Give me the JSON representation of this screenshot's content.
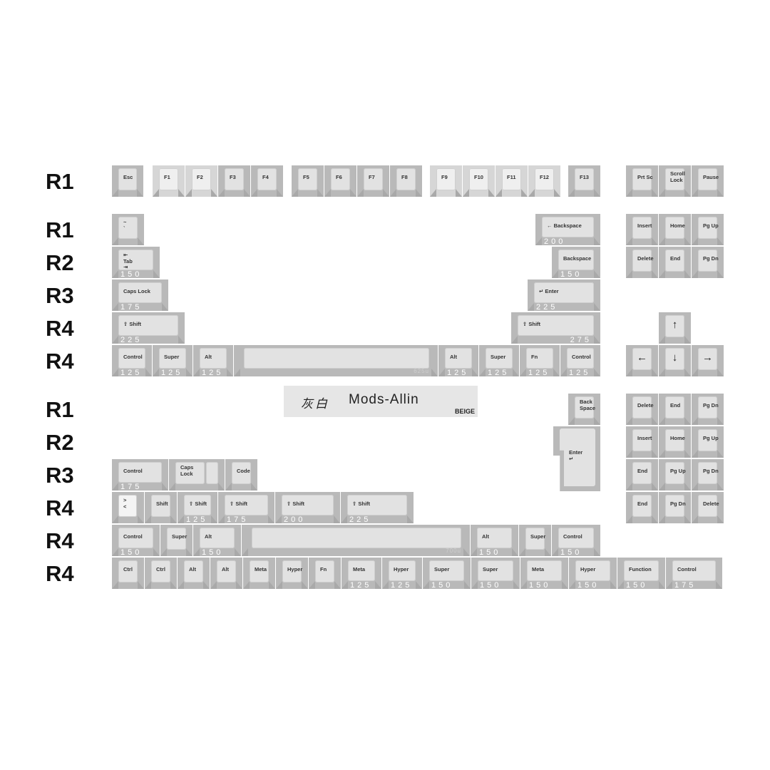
{
  "row_labels": [
    "R1",
    "R1",
    "R2",
    "R3",
    "R4",
    "R4",
    "R1",
    "R2",
    "R3",
    "R4",
    "R4",
    "R4"
  ],
  "logo": {
    "chinese": "灰白",
    "name": "Mods-Allin",
    "variant": "BEIGE"
  },
  "keys": [
    {
      "label": "Esc",
      "unit": ""
    },
    {
      "label": "F1",
      "unit": ""
    },
    {
      "label": "F2",
      "unit": ""
    },
    {
      "label": "F3",
      "unit": ""
    },
    {
      "label": "F4",
      "unit": ""
    },
    {
      "label": "F5",
      "unit": ""
    },
    {
      "label": "F6",
      "unit": ""
    },
    {
      "label": "F7",
      "unit": ""
    },
    {
      "label": "F8",
      "unit": ""
    },
    {
      "label": "F9",
      "unit": ""
    },
    {
      "label": "F10",
      "unit": ""
    },
    {
      "label": "F11",
      "unit": ""
    },
    {
      "label": "F12",
      "unit": ""
    },
    {
      "label": "F13",
      "unit": ""
    },
    {
      "label": "Prt Sc",
      "unit": ""
    },
    {
      "label": "Scroll\nLock",
      "unit": ""
    },
    {
      "label": "Pause",
      "unit": ""
    },
    {
      "label": "~\n`",
      "unit": ""
    },
    {
      "label": "← Backspace",
      "unit": "200"
    },
    {
      "label": "Insert",
      "unit": ""
    },
    {
      "label": "Home",
      "unit": ""
    },
    {
      "label": "Pg Up",
      "unit": ""
    },
    {
      "label": "⇤\nTab\n⇥",
      "unit": "150"
    },
    {
      "label": "Backspace",
      "unit": "150"
    },
    {
      "label": "Delete",
      "unit": ""
    },
    {
      "label": "End",
      "unit": ""
    },
    {
      "label": "Pg Dn",
      "unit": ""
    },
    {
      "label": "Caps Lock",
      "unit": "175"
    },
    {
      "label": "↵ Enter",
      "unit": "225"
    },
    {
      "label": "⇧ Shift",
      "unit": "225"
    },
    {
      "label": "⇧ Shift",
      "unit": "275"
    },
    {
      "label": "↑",
      "unit": ""
    },
    {
      "label": "Control",
      "unit": "125"
    },
    {
      "label": "Super",
      "unit": "125"
    },
    {
      "label": "Alt",
      "unit": "125"
    },
    {
      "label": "",
      "unit": "625u"
    },
    {
      "label": "Alt",
      "unit": "125"
    },
    {
      "label": "Super",
      "unit": "125"
    },
    {
      "label": "Fn",
      "unit": "125"
    },
    {
      "label": "Control",
      "unit": "125"
    },
    {
      "label": "←",
      "unit": ""
    },
    {
      "label": "↓",
      "unit": ""
    },
    {
      "label": "→",
      "unit": ""
    },
    {
      "label": "Back\nSpace",
      "unit": ""
    },
    {
      "label": "Delete",
      "unit": ""
    },
    {
      "label": "End",
      "unit": ""
    },
    {
      "label": "Pg Dn",
      "unit": ""
    },
    {
      "label": "Enter\n↵",
      "unit": ""
    },
    {
      "label": "Insert",
      "unit": ""
    },
    {
      "label": "Home",
      "unit": ""
    },
    {
      "label": "Pg Up",
      "unit": ""
    },
    {
      "label": "Control",
      "unit": "175"
    },
    {
      "label": "Caps\nLock",
      "unit": ""
    },
    {
      "label": "Code",
      "unit": ""
    },
    {
      "label": "End",
      "unit": ""
    },
    {
      "label": "Pg Up",
      "unit": ""
    },
    {
      "label": "Pg Dn",
      "unit": ""
    },
    {
      "label": ">\n<",
      "unit": ""
    },
    {
      "label": "Shift",
      "unit": ""
    },
    {
      "label": "⇧ Shift",
      "unit": "125"
    },
    {
      "label": "⇧ Shift",
      "unit": "175"
    },
    {
      "label": "⇧ Shift",
      "unit": "200"
    },
    {
      "label": "⇧ Shift",
      "unit": "225"
    },
    {
      "label": "End",
      "unit": ""
    },
    {
      "label": "Pg Dn",
      "unit": ""
    },
    {
      "label": "Delete",
      "unit": ""
    },
    {
      "label": "Control",
      "unit": "150"
    },
    {
      "label": "Super",
      "unit": ""
    },
    {
      "label": "Alt",
      "unit": "150"
    },
    {
      "label": "",
      "unit": "700u"
    },
    {
      "label": "Alt",
      "unit": "150"
    },
    {
      "label": "Super",
      "unit": ""
    },
    {
      "label": "Control",
      "unit": "150"
    },
    {
      "label": "Ctrl",
      "unit": ""
    },
    {
      "label": "Ctrl",
      "unit": ""
    },
    {
      "label": "Alt",
      "unit": ""
    },
    {
      "label": "Alt",
      "unit": ""
    },
    {
      "label": "Meta",
      "unit": ""
    },
    {
      "label": "Hyper",
      "unit": ""
    },
    {
      "label": "Fn",
      "unit": ""
    },
    {
      "label": "Meta",
      "unit": "125"
    },
    {
      "label": "Hyper",
      "unit": "125"
    },
    {
      "label": "Super",
      "unit": "150"
    },
    {
      "label": "Super",
      "unit": "150"
    },
    {
      "label": "Meta",
      "unit": "150"
    },
    {
      "label": "Hyper",
      "unit": "150"
    },
    {
      "label": "Function",
      "unit": "150"
    },
    {
      "label": "Control",
      "unit": "175"
    }
  ]
}
